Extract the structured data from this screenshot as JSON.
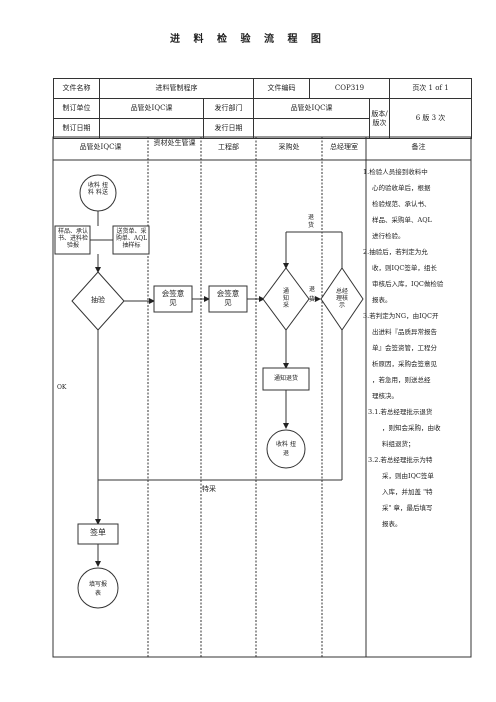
{
  "doc": {
    "title": "进 料 检 验 流 程 图"
  },
  "info": {
    "file_name_label": "文件名称",
    "file_name": "进料管制程序",
    "file_code_label": "文件编码",
    "file_code": "COP319",
    "page_label": "页次 1 of 1",
    "maker_label": "制订单位",
    "maker": "品管处IQC课",
    "issue_dept_label": "发行部门",
    "issue_dept": "品管处IQC课",
    "version_label": "版本/版次",
    "version": "6 版 3 次",
    "date_label": "制订日期",
    "issue_date_label": "发行日期"
  },
  "columns": {
    "iqc": "品管处IQC课",
    "material": "资材处生管课",
    "engineering": "工程部",
    "purchasing": "采购处",
    "gm": "总经理室",
    "remarks": "备注"
  },
  "flow": {
    "receive": "收料 扭料 料送",
    "sample_doc": "样品、承认书、进料检验报",
    "send_doc": "送货单、采购单、AQL抽样标",
    "inspect": "抽验",
    "sign1": "会签意见",
    "sign2": "会签意见",
    "notify_purchase": "通知采",
    "gm_review": "总经理核示",
    "notify_return": "通知退货",
    "receive_return": "收料 扭退",
    "sign_off": "签单",
    "fill_report": "填写报表",
    "ok_label": "OK",
    "return_label": "退货",
    "special_label": "特采",
    "approve_label": "退货"
  },
  "remarks": [
    "1.检验人员接到收料中",
    "心的验收单后，根据",
    "检验规范、承认书、",
    "样品、采购单、AQL",
    "进行检验。",
    "2.抽验后，若判定为允",
    "收，则IQC签单，组长",
    "审核后入库，IQC做检验",
    "报表。",
    "3.若判定为NG，由IQC开",
    "出进料『品质异常报告",
    "单』会签资管，工程分",
    "析原因，采购会签意见",
    "，若急用，则送总经",
    "理核决。",
    "3.1.若总经理批示退货",
    "，则知会采购，由收",
    "料组退货；",
    "3.2.若总经理批示为特",
    "采，则由IQC签单",
    "入库，并加盖 \"特",
    "采\" 章，最后填写",
    "报表。"
  ]
}
